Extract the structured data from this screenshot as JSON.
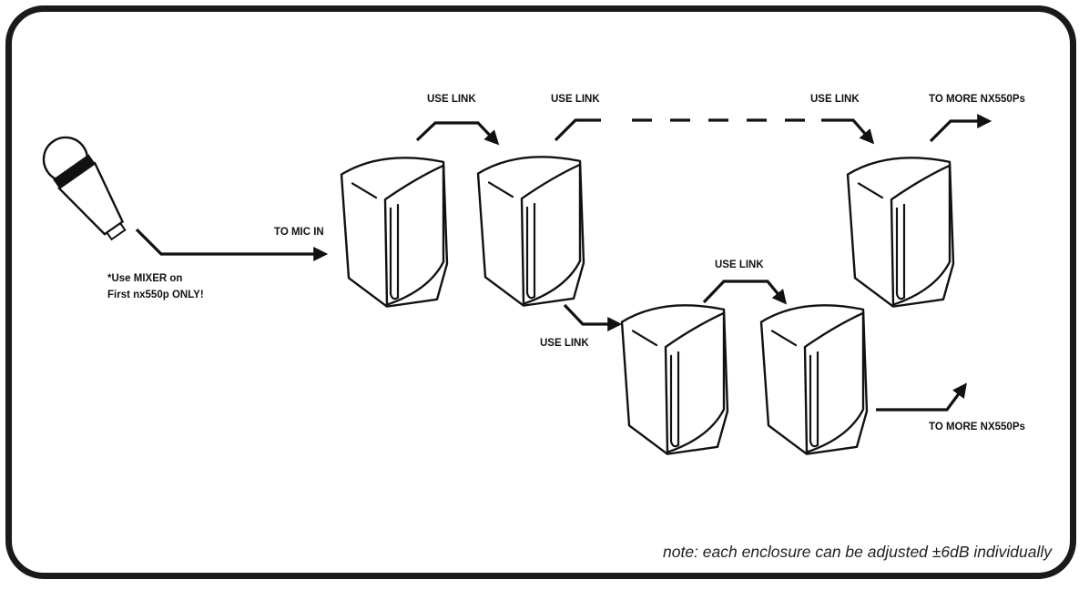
{
  "labels": {
    "to_mic_in": "TO MIC IN",
    "use_link_1": "USE LINK",
    "use_link_2": "USE LINK",
    "use_link_3": "USE LINK",
    "use_link_4": "USE LINK",
    "use_link_5": "USE LINK",
    "to_more_top": "TO MORE NX550Ps",
    "to_more_bottom": "TO MORE NX550Ps"
  },
  "mixer_note": {
    "line1": "*Use MIXER on",
    "line2": "First nx550p ONLY!"
  },
  "footer_note": "note: each enclosure can be adjusted ±6dB individually",
  "colors": {
    "stroke": "#111111",
    "border": "#1a1a1a",
    "background": "#ffffff"
  }
}
